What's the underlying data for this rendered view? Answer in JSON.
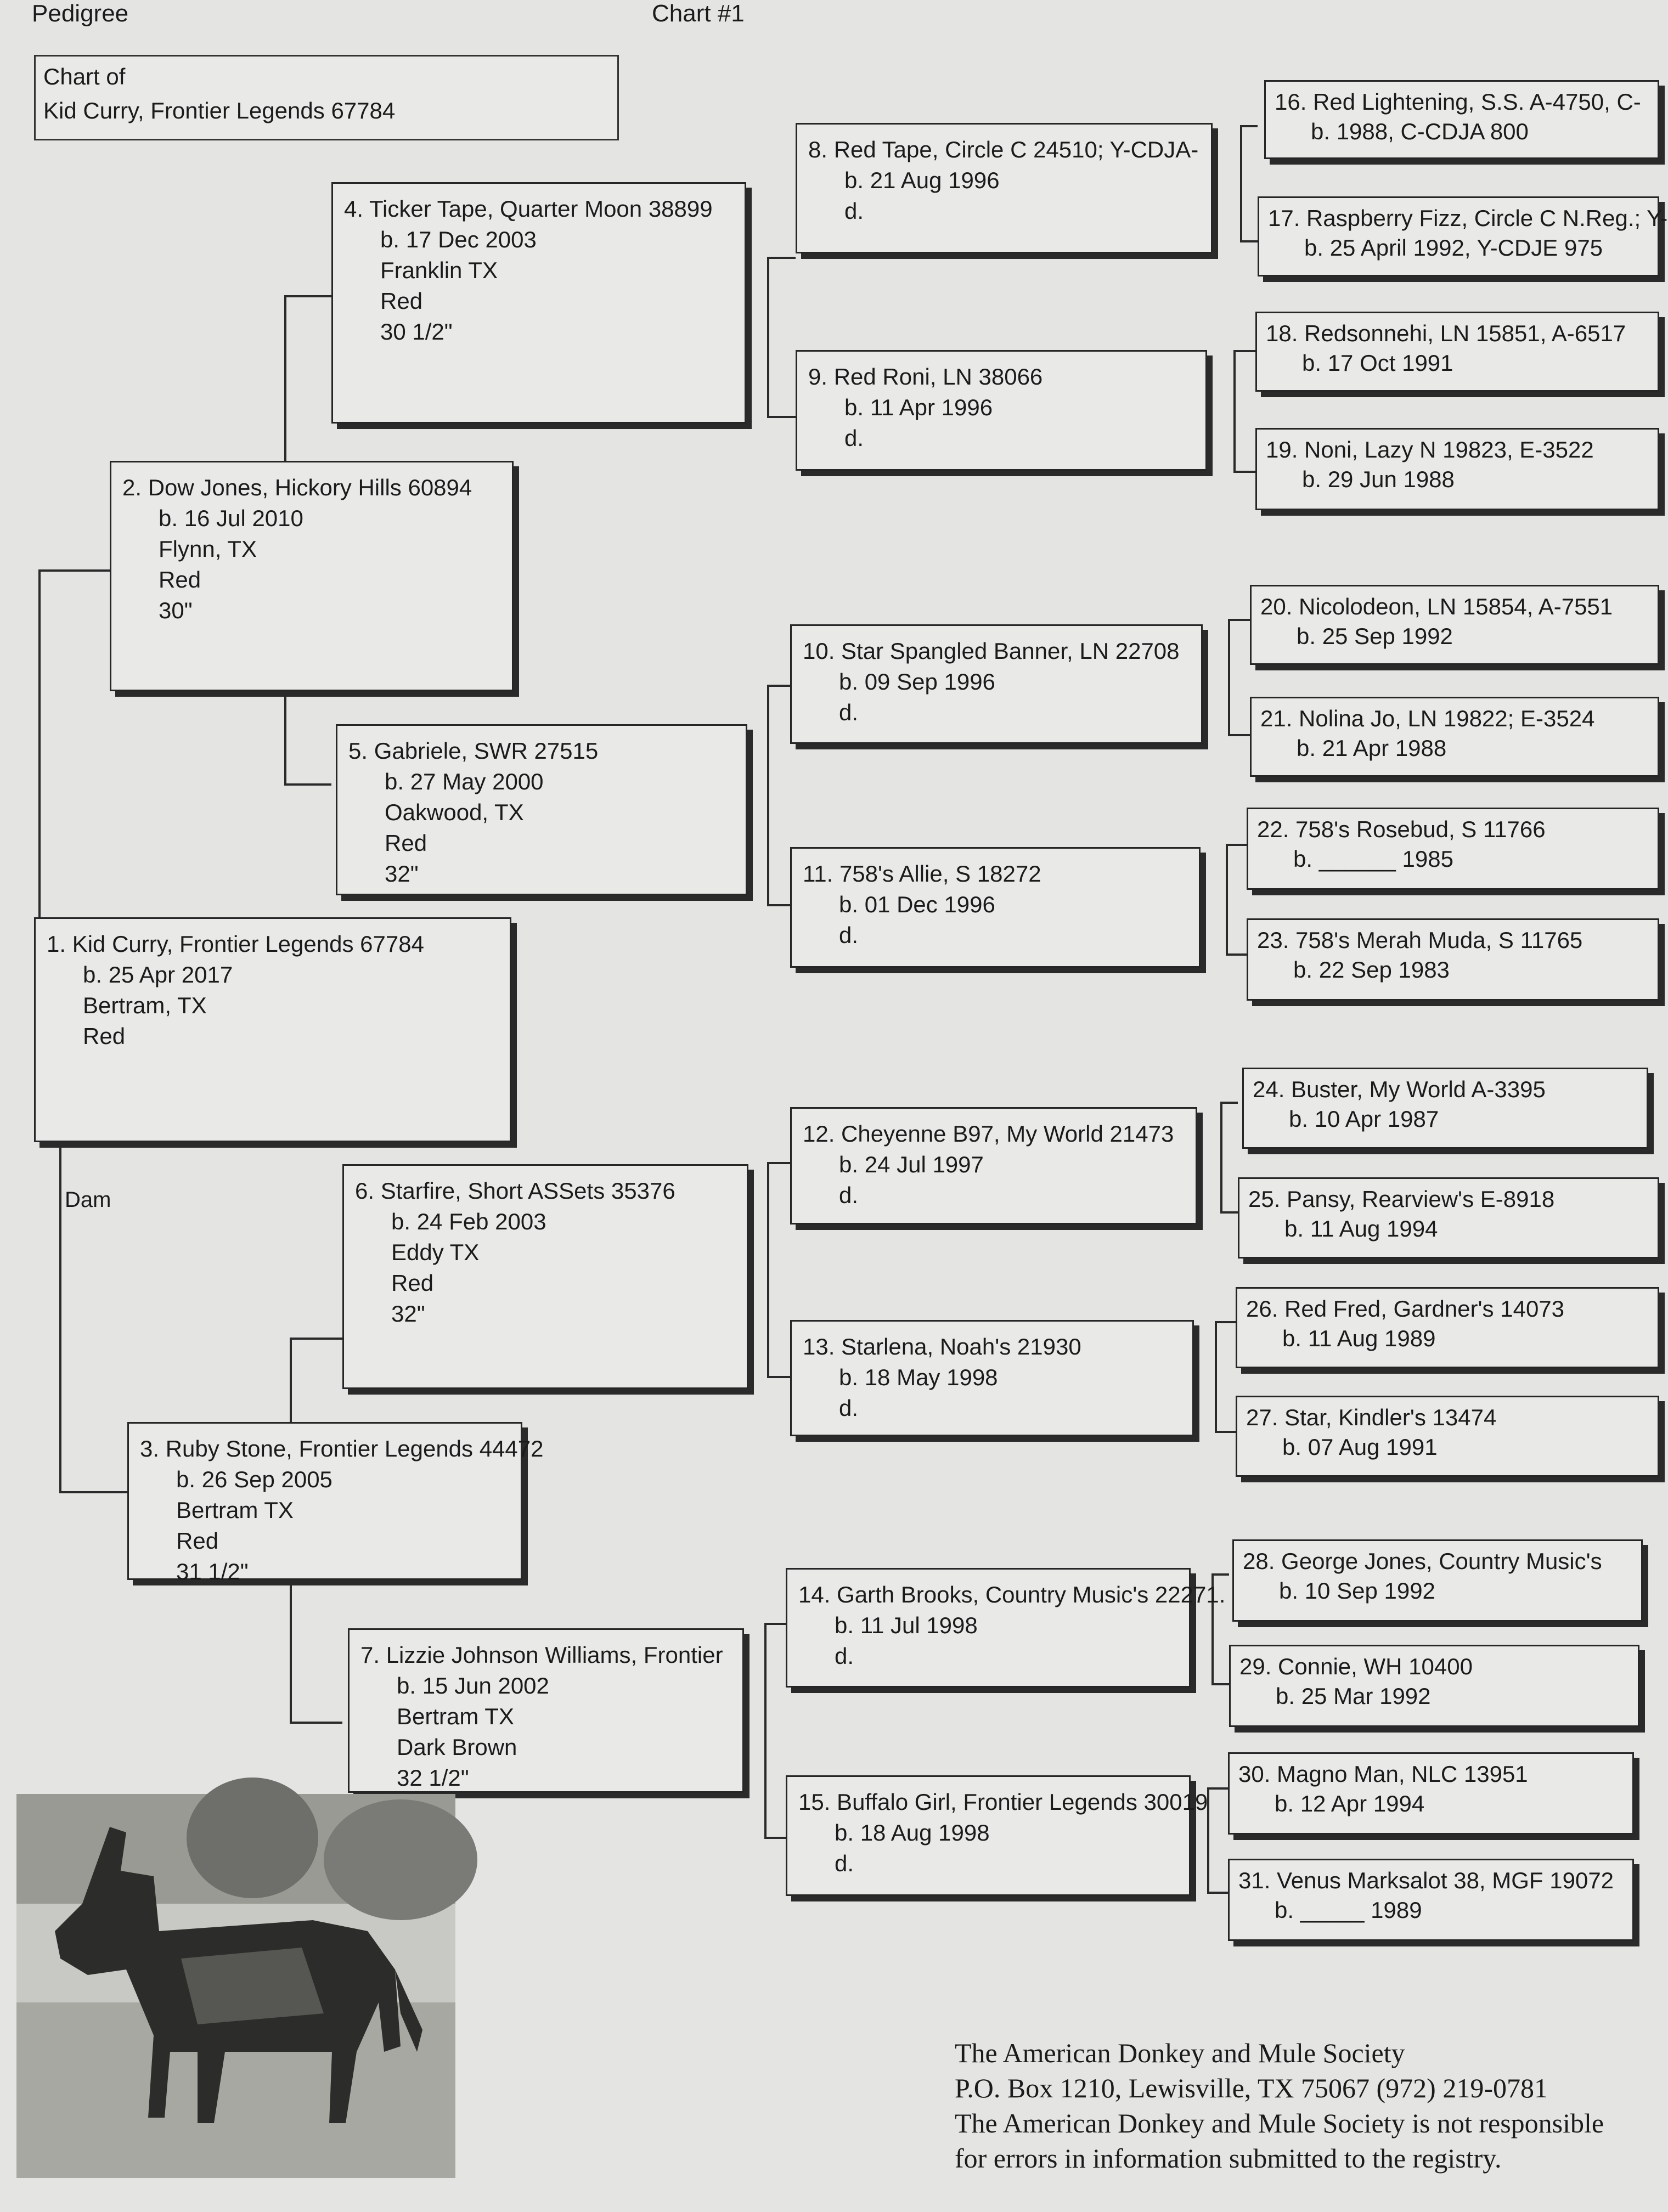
{
  "header": {
    "title": "Pedigree",
    "chart": "Chart #1"
  },
  "chart_of": {
    "label": "Chart of",
    "name": "Kid Curry, Frontier Legends 67784"
  },
  "labels": {
    "dam": "Dam"
  },
  "animals": [
    {
      "num": 1,
      "lines": [
        "1. Kid Curry, Frontier Legends 67784",
        "b. 25 Apr 2017",
        "Bertram, TX",
        "Red"
      ]
    },
    {
      "num": 2,
      "lines": [
        "2. Dow Jones, Hickory Hills 60894",
        "b. 16 Jul 2010",
        "Flynn, TX",
        "Red",
        "30\""
      ]
    },
    {
      "num": 3,
      "lines": [
        "3. Ruby Stone, Frontier Legends 44472",
        "b. 26 Sep 2005",
        "Bertram TX",
        "Red",
        "31 1/2\""
      ]
    },
    {
      "num": 4,
      "lines": [
        "4. Ticker Tape, Quarter Moon 38899",
        "b. 17 Dec 2003",
        "Franklin TX",
        "Red",
        "30 1/2\""
      ]
    },
    {
      "num": 5,
      "lines": [
        "5. Gabriele, SWR 27515",
        "b. 27 May 2000",
        "Oakwood, TX",
        "Red",
        "32\""
      ]
    },
    {
      "num": 6,
      "lines": [
        "6. Starfire, Short ASSets 35376",
        "b. 24 Feb 2003",
        "Eddy TX",
        "Red",
        "32\""
      ]
    },
    {
      "num": 7,
      "lines": [
        "7. Lizzie Johnson Williams, Frontier",
        "b. 15 Jun 2002",
        "Bertram TX",
        "Dark Brown",
        "32 1/2\""
      ]
    },
    {
      "num": 8,
      "lines": [
        "8. Red Tape, Circle C 24510; Y-CDJA-",
        "b. 21 Aug 1996",
        "d."
      ]
    },
    {
      "num": 9,
      "lines": [
        "9. Red Roni, LN 38066",
        "b. 11 Apr 1996",
        "d."
      ]
    },
    {
      "num": 10,
      "lines": [
        "10. Star Spangled Banner, LN 22708",
        "b. 09 Sep 1996",
        "d."
      ]
    },
    {
      "num": 11,
      "lines": [
        "11. 758's Allie, S 18272",
        "b. 01 Dec 1996",
        "d."
      ]
    },
    {
      "num": 12,
      "lines": [
        "12. Cheyenne B97, My World 21473",
        "b. 24 Jul 1997",
        "d."
      ]
    },
    {
      "num": 13,
      "lines": [
        "13. Starlena, Noah's 21930",
        "b. 18 May 1998",
        "d."
      ]
    },
    {
      "num": 14,
      "lines": [
        "14. Garth Brooks, Country Music's 22271.",
        "b. 11 Jul 1998",
        "d."
      ]
    },
    {
      "num": 15,
      "lines": [
        "15. Buffalo Girl, Frontier Legends 30019",
        "b. 18 Aug 1998",
        "d."
      ]
    },
    {
      "num": 16,
      "lines": [
        "16. Red Lightening, S.S. A-4750, C-",
        "b.       1988, C-CDJA 800"
      ]
    },
    {
      "num": 17,
      "lines": [
        "17. Raspberry Fizz, Circle C N.Reg.; Y-",
        "b. 25 April 1992, Y-CDJE 975"
      ]
    },
    {
      "num": 18,
      "lines": [
        "18. Redsonnehi, LN 15851, A-6517",
        "b. 17 Oct 1991"
      ]
    },
    {
      "num": 19,
      "lines": [
        "19. Noni, Lazy N 19823, E-3522",
        "b. 29 Jun 1988"
      ]
    },
    {
      "num": 20,
      "lines": [
        "20. Nicolodeon, LN 15854, A-7551",
        "b. 25 Sep 1992"
      ]
    },
    {
      "num": 21,
      "lines": [
        "21. Nolina Jo, LN 19822; E-3524",
        "b. 21 Apr 1988"
      ]
    },
    {
      "num": 22,
      "lines": [
        "22. 758's Rosebud, S 11766",
        "b. ______ 1985"
      ]
    },
    {
      "num": 23,
      "lines": [
        "23. 758's Merah Muda, S 11765",
        "b. 22 Sep 1983"
      ]
    },
    {
      "num": 24,
      "lines": [
        "24. Buster, My World A-3395",
        "b. 10 Apr 1987"
      ]
    },
    {
      "num": 25,
      "lines": [
        "25. Pansy, Rearview's E-8918",
        "b. 11 Aug 1994"
      ]
    },
    {
      "num": 26,
      "lines": [
        "26. Red Fred, Gardner's 14073",
        "b. 11 Aug 1989"
      ]
    },
    {
      "num": 27,
      "lines": [
        "27. Star, Kindler's 13474",
        "b. 07 Aug 1991"
      ]
    },
    {
      "num": 28,
      "lines": [
        "28. George Jones, Country Music's",
        "b. 10 Sep 1992"
      ]
    },
    {
      "num": 29,
      "lines": [
        "29. Connie, WH 10400",
        "b. 25 Mar 1992"
      ]
    },
    {
      "num": 30,
      "lines": [
        "30. Magno Man, NLC 13951",
        "b. 12 Apr 1994"
      ]
    },
    {
      "num": 31,
      "lines": [
        "31. Venus Marksalot 38, MGF 19072",
        "b. _____ 1989"
      ]
    }
  ],
  "footer": {
    "lines": [
      "The American Donkey and Mule Society",
      "P.O. Box 1210, Lewisville, TX 75067      (972) 219-0781",
      "The American Donkey and Mule Society is not responsible",
      "for errors in information submitted to the registry."
    ]
  }
}
